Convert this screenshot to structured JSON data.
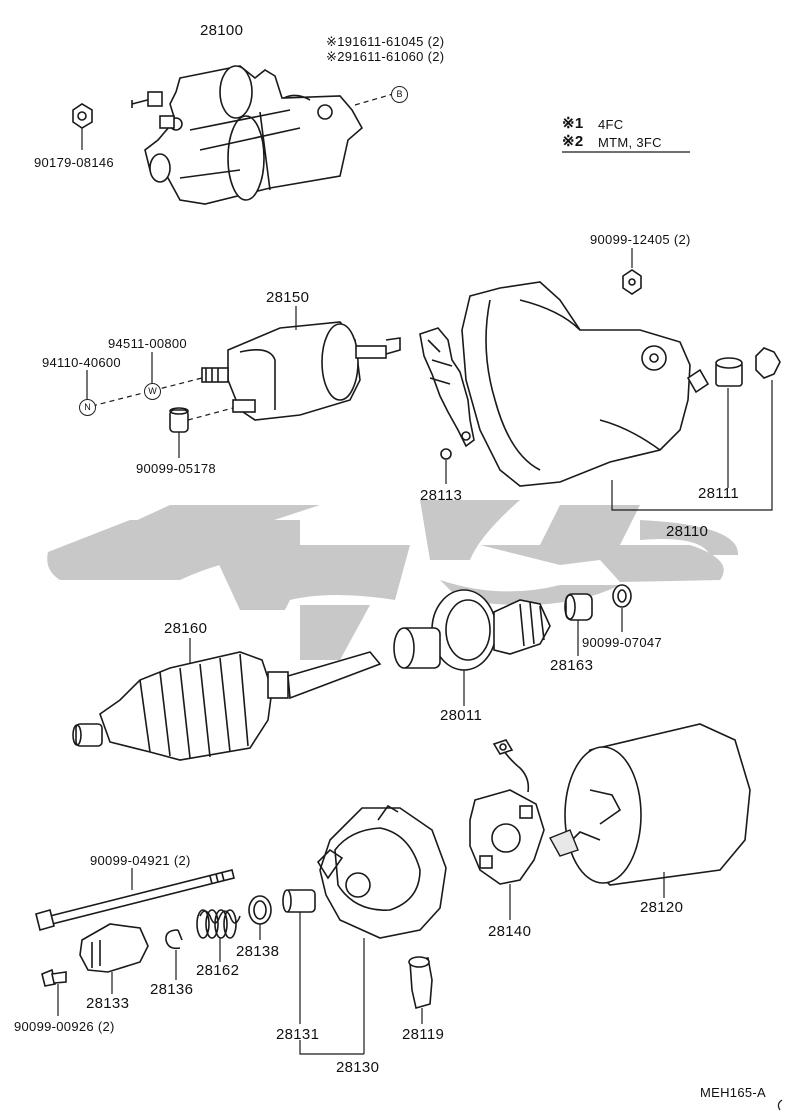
{
  "diagram_code": "MEH165-A",
  "legend": {
    "row1_mark": "※1",
    "row1_text": "4FC",
    "row2_mark": "※2",
    "row2_text": "MTM, 3FC"
  },
  "callouts": {
    "c28100": "28100",
    "c28100_alt1": "※191611-61045 (2)",
    "c28100_alt2": "※291611-61060 (2)",
    "c90179": "90179-08146",
    "c90099_12405": "90099-12405 (2)",
    "c28150": "28150",
    "c94511": "94511-00800",
    "c94110": "94110-40600",
    "c90099_05178": "90099-05178",
    "c28113": "28113",
    "c28111": "28111",
    "c28110": "28110",
    "c28160": "28160",
    "c28163": "28163",
    "c90099_07047": "90099-07047",
    "c28011": "28011",
    "c90099_04921": "90099-04921 (2)",
    "c28140": "28140",
    "c28120": "28120",
    "c28133": "28133",
    "c28136": "28136",
    "c28162": "28162",
    "c28138": "28138",
    "c90099_00926": "90099-00926 (2)",
    "c28131": "28131",
    "c28119": "28119",
    "c28130": "28130"
  },
  "markers": {
    "B": "B",
    "N": "N",
    "W": "W"
  },
  "colors": {
    "line": "#1a1a1a",
    "watermark": "#c8c8c8",
    "background": "#ffffff"
  }
}
